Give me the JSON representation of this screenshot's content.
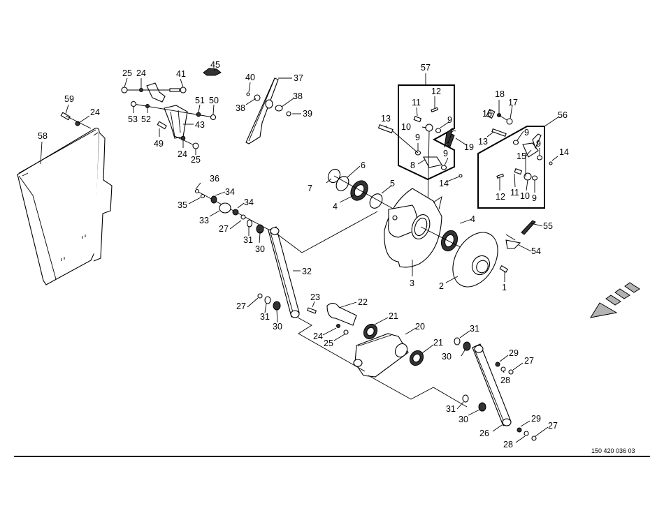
{
  "document": {
    "drawing_number": "150 420 036 03",
    "type": "exploded parts diagram"
  },
  "callouts": {
    "c1": "1",
    "c2": "2",
    "c3": "3",
    "c4a": "4",
    "c4b": "4",
    "c5": "5",
    "c6": "6",
    "c7": "7",
    "c8": "8",
    "c9a": "9",
    "c9b": "9",
    "c9c": "9",
    "c9d": "9",
    "c9e": "9",
    "c9f": "9",
    "c10a": "10",
    "c10b": "10",
    "c11a": "11",
    "c11b": "11",
    "c12a": "12",
    "c12b": "12",
    "c13a": "13",
    "c13b": "13",
    "c14a": "14",
    "c14b": "14",
    "c15": "15",
    "c16": "16",
    "c17": "17",
    "c18": "18",
    "c19": "19",
    "c20": "20",
    "c21a": "21",
    "c21b": "21",
    "c22": "22",
    "c23": "23",
    "c24a": "24",
    "c24b": "24",
    "c24c": "24",
    "c24d": "24",
    "c25a": "25",
    "c25b": "25",
    "c25c": "25",
    "c26": "26",
    "c27a": "27",
    "c27b": "27",
    "c27c": "27",
    "c27d": "27",
    "c28a": "28",
    "c28b": "28",
    "c29a": "29",
    "c29b": "29",
    "c30a": "30",
    "c30b": "30",
    "c30c": "30",
    "c30d": "30",
    "c31a": "31",
    "c31b": "31",
    "c31c": "31",
    "c31d": "31",
    "c32": "32",
    "c33": "33",
    "c34a": "34",
    "c34b": "34",
    "c35": "35",
    "c36": "36",
    "c37": "37",
    "c38a": "38",
    "c38b": "38",
    "c39": "39",
    "c40": "40",
    "c41": "41",
    "c43": "43",
    "c45": "45",
    "c49": "49",
    "c50": "50",
    "c51": "51",
    "c52": "52",
    "c53": "53",
    "c54": "54",
    "c55": "55",
    "c56": "56",
    "c57": "57",
    "c58": "58",
    "c59": "59"
  },
  "direction_arrow": {
    "icon": "direction-of-travel-arrow",
    "fill": "#b3b3b3"
  }
}
